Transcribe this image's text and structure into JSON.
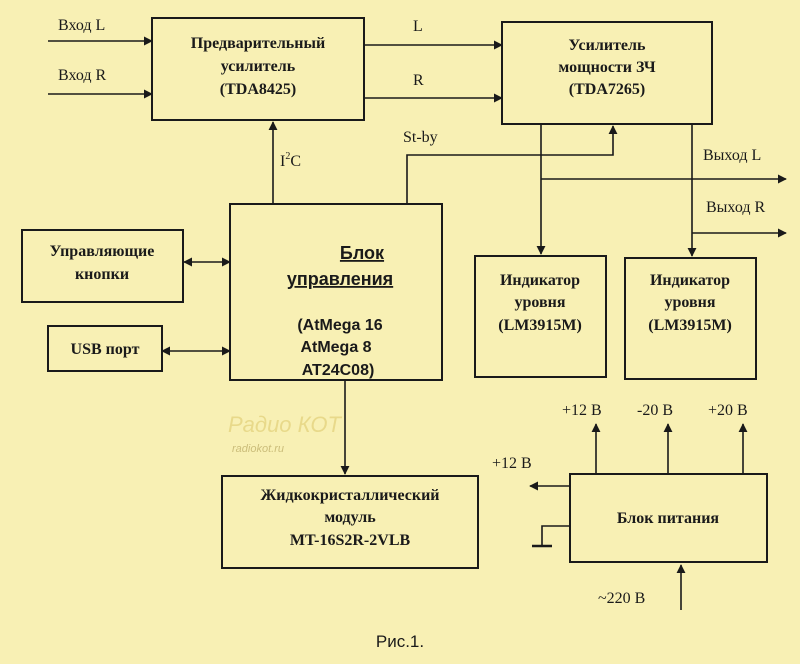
{
  "inputs": {
    "in_l": "Вход L",
    "in_r": "Вход R"
  },
  "preamp": {
    "line1": "Предварительный",
    "line2": "усилитель",
    "line3": "(TDA8425)"
  },
  "power_amp": {
    "line1": "Усилитель",
    "line2": "мощности  ЗЧ",
    "line3": "(TDA7265)"
  },
  "signals": {
    "l": "L",
    "r": "R",
    "i2c_main": "I",
    "i2c_sup": "2",
    "i2c_tail": "C",
    "stby": "St-by"
  },
  "outputs": {
    "out_l": "Выход L",
    "out_r": "Выход R"
  },
  "buttons_block": {
    "line1": "Управляющие",
    "line2": "кнопки"
  },
  "usb_block": {
    "label": "USB порт"
  },
  "control_block": {
    "line1": "Блок",
    "line2": "управления",
    "line3": "(AtMega 16",
    "line4": "AtMega 8",
    "line5": "AT24C08)"
  },
  "indicator_l": {
    "line1": "Индикатор",
    "line2": "уровня",
    "line3": "(LM3915M)"
  },
  "indicator_r": {
    "line1": "Индикатор",
    "line2": "уровня",
    "line3": "(LM3915M)"
  },
  "lcd_block": {
    "line1": "Жидкокристаллический",
    "line2": "модуль",
    "line3": "MT-16S2R-2VLB"
  },
  "psu_block": {
    "label": "Блок  питания"
  },
  "psu_rails": {
    "p12_top": "+12 В",
    "m20": "-20 В",
    "p20": "+20 В",
    "p12_left": "+12 В",
    "ac": "~220 В"
  },
  "watermark": {
    "brand": "Радио КОТ",
    "site": "radiokot.ru"
  },
  "caption": "Рис.1.",
  "colors": {
    "background": "#f8f0b4",
    "ink": "#1a1a1a"
  }
}
